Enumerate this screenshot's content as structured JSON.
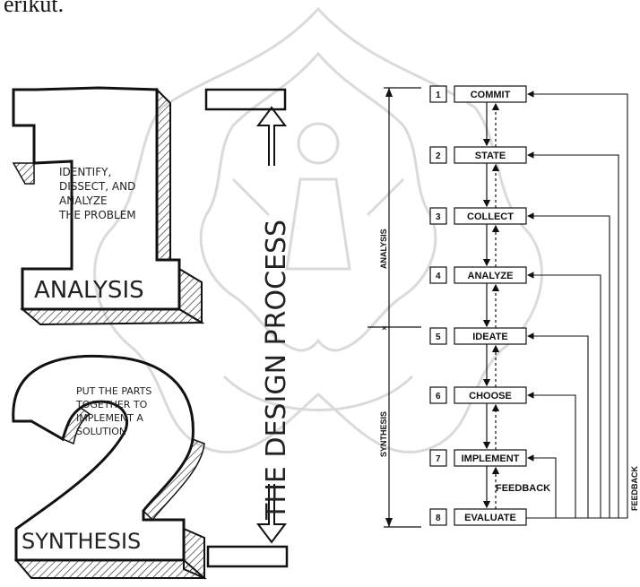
{
  "header_fragment": "erikut.",
  "sketch": {
    "one_text": [
      "IDENTIFY,",
      "DISSECT, AND",
      "ANALYZE",
      "THE PROBLEM"
    ],
    "analysis_label": "ANALYSIS",
    "two_text": [
      "PUT THE PARTS",
      "TOGETHER TO",
      "IMPLEMENT A",
      "SOLUTION"
    ],
    "synthesis_label": "SYNTHESIS",
    "vertical_title": "THE DESIGN PROCESS"
  },
  "flow": {
    "steps": [
      {
        "num": "1",
        "label": "COMMIT"
      },
      {
        "num": "2",
        "label": "STATE"
      },
      {
        "num": "3",
        "label": "COLLECT"
      },
      {
        "num": "4",
        "label": "ANALYZE"
      },
      {
        "num": "5",
        "label": "IDEATE"
      },
      {
        "num": "6",
        "label": "CHOOSE"
      },
      {
        "num": "7",
        "label": "IMPLEMENT"
      },
      {
        "num": "8",
        "label": "EVALUATE"
      }
    ],
    "analysis_side_label": "ANALYSIS",
    "synthesis_side_label": "SYNTHESIS",
    "feedback_label": "FEEDBACK",
    "feedback_side_label": "FEEDBACK"
  },
  "colors": {
    "ink": "#111111",
    "hatch": "#333333",
    "watermark": "#bdbdbd"
  }
}
